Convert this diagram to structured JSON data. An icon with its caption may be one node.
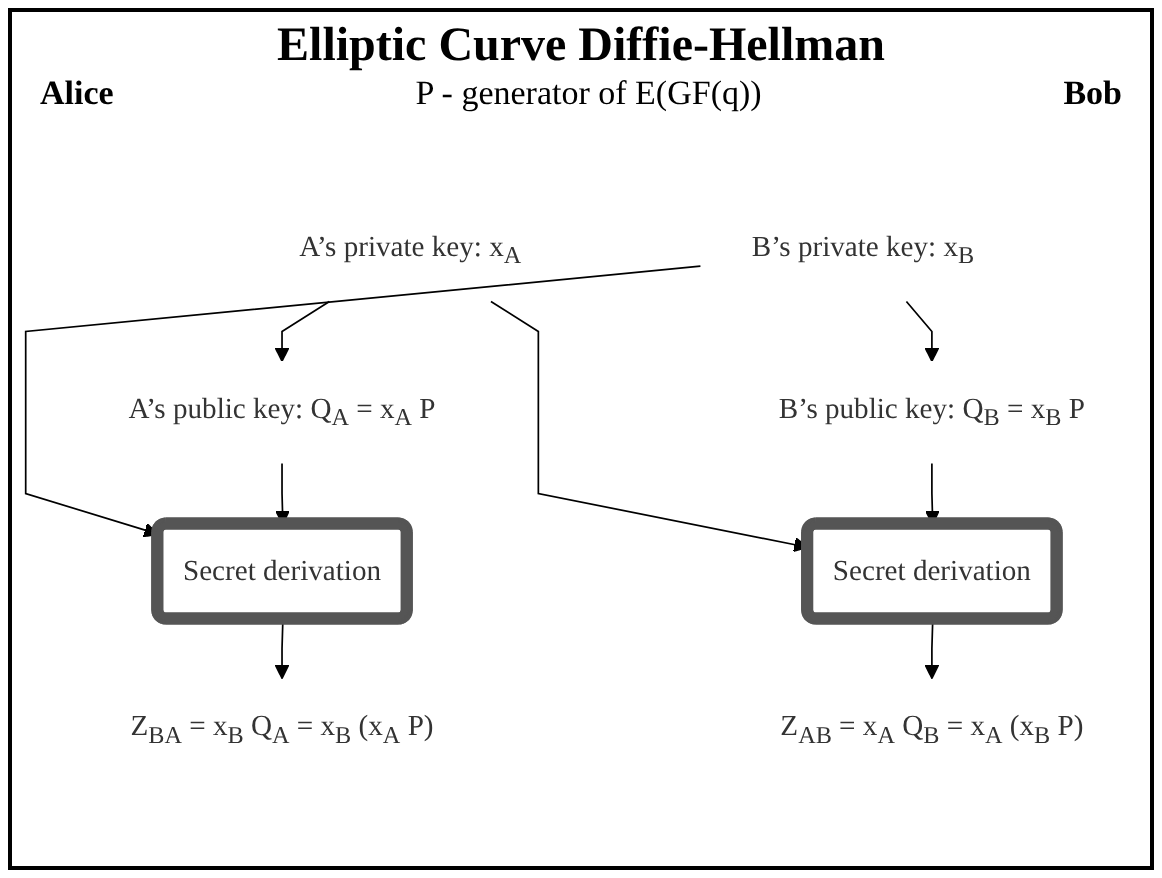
{
  "diagram": {
    "title": "Elliptic Curve Diffie-Hellman",
    "nodes": [
      {
        "text": [
          "A’s private key: x$_{A}$"
        ]
      },
      {
        "text": [
          "A’s public key: Q$_{A}$ = x$_{A}$ P"
        ]
      },
      {
        "text": [
          "B’s private key: x$_{B}$"
        ]
      },
      {
        "text": [
          "B’s public key: Q$_{B}$ = x$_{B}$ P"
        ]
      },
      {
        "text": [
          "Secret derivation"
        ]
      },
      {
        "text": [
          "Secret derivation"
        ]
      },
      {
        "text": [
          "Z$_{AB}$ = x$_{A}$ Q$_{B}$ = x$_{A}$ (x$_{B}$ P)"
        ]
      },
      {
        "text": [
          "Z$_{BA}$ = x$_{B}$ Q$_{A}$ = x$_{B}$ (x$_{A}$ P)"
        ]
      }
    ],
    "edges": [
      {
        "from": 0,
        "to": 1,
        "arrow": "to"
      },
      {
        "from": 0,
        "to": 4,
        "arrow": "to"
      },
      {
        "from": 2,
        "to": 3,
        "arrow": "to"
      },
      {
        "from": 2,
        "to": 5,
        "arrow": "to"
      },
      {
        "from": 3,
        "to": 4,
        "arrow": "to"
      },
      {
        "from": 1,
        "to": 5,
        "arrow": "to"
      },
      {
        "from": 4,
        "to": 6,
        "arrow": "to"
      },
      {
        "from": 5,
        "to": 7,
        "arrow": "to"
      }
    ],
    "labels": [
      "Alice",
      "P - generator of E(GF(q))",
      "Bob"
    ]
  }
}
